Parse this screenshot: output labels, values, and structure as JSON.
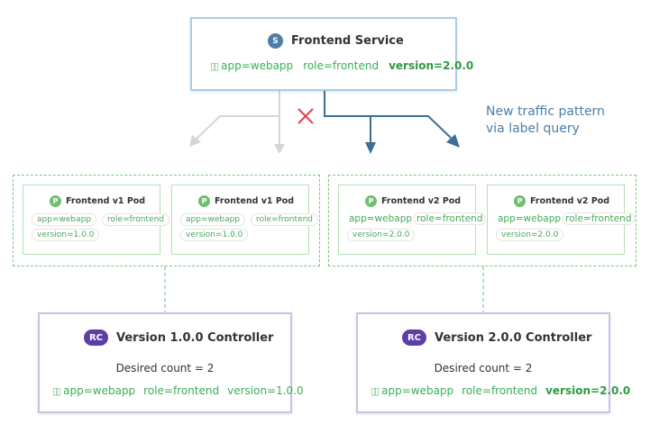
{
  "service": {
    "badge": "S",
    "title": "Frontend Service",
    "icon": "tag-icon",
    "labels": [
      "app=webapp",
      "role=frontend"
    ],
    "version_label": "version=2.0.0"
  },
  "annotation": {
    "line1": "New traffic pattern",
    "line2": "via label query"
  },
  "pods": [
    {
      "badge": "P",
      "title": "Frontend v1 Pod",
      "labels": [
        "app=webapp",
        "role=frontend"
      ],
      "version": "version=1.0.0"
    },
    {
      "badge": "P",
      "title": "Frontend v1 Pod",
      "labels": [
        "app=webapp",
        "role=frontend"
      ],
      "version": "version=1.0.0"
    },
    {
      "badge": "P",
      "title": "Frontend v2 Pod",
      "labels": [
        "app=webapp",
        "role=frontend"
      ],
      "version": "version=2.0.0"
    },
    {
      "badge": "P",
      "title": "Frontend v2 Pod",
      "labels": [
        "app=webapp",
        "role=frontend"
      ],
      "version": "version=2.0.0"
    }
  ],
  "controllers": [
    {
      "badge": "RC",
      "title": "Version 1.0.0 Controller",
      "desired": "Desired count = 2",
      "labels": [
        "app=webapp",
        "role=frontend"
      ],
      "version": "version=1.0.0"
    },
    {
      "badge": "RC",
      "title": "Version 2.0.0 Controller",
      "desired": "Desired count = 2",
      "labels": [
        "app=webapp",
        "role=frontend"
      ],
      "version": "version=2.0.0"
    }
  ],
  "colors": {
    "service_badge": "#4d7ea8",
    "pod_badge": "#6cc070",
    "rc_badge": "#5b3fa7",
    "new_arrow": "#3c6e96",
    "old_arrow": "#d5d5d5",
    "blocked_x": "#e0404a"
  }
}
